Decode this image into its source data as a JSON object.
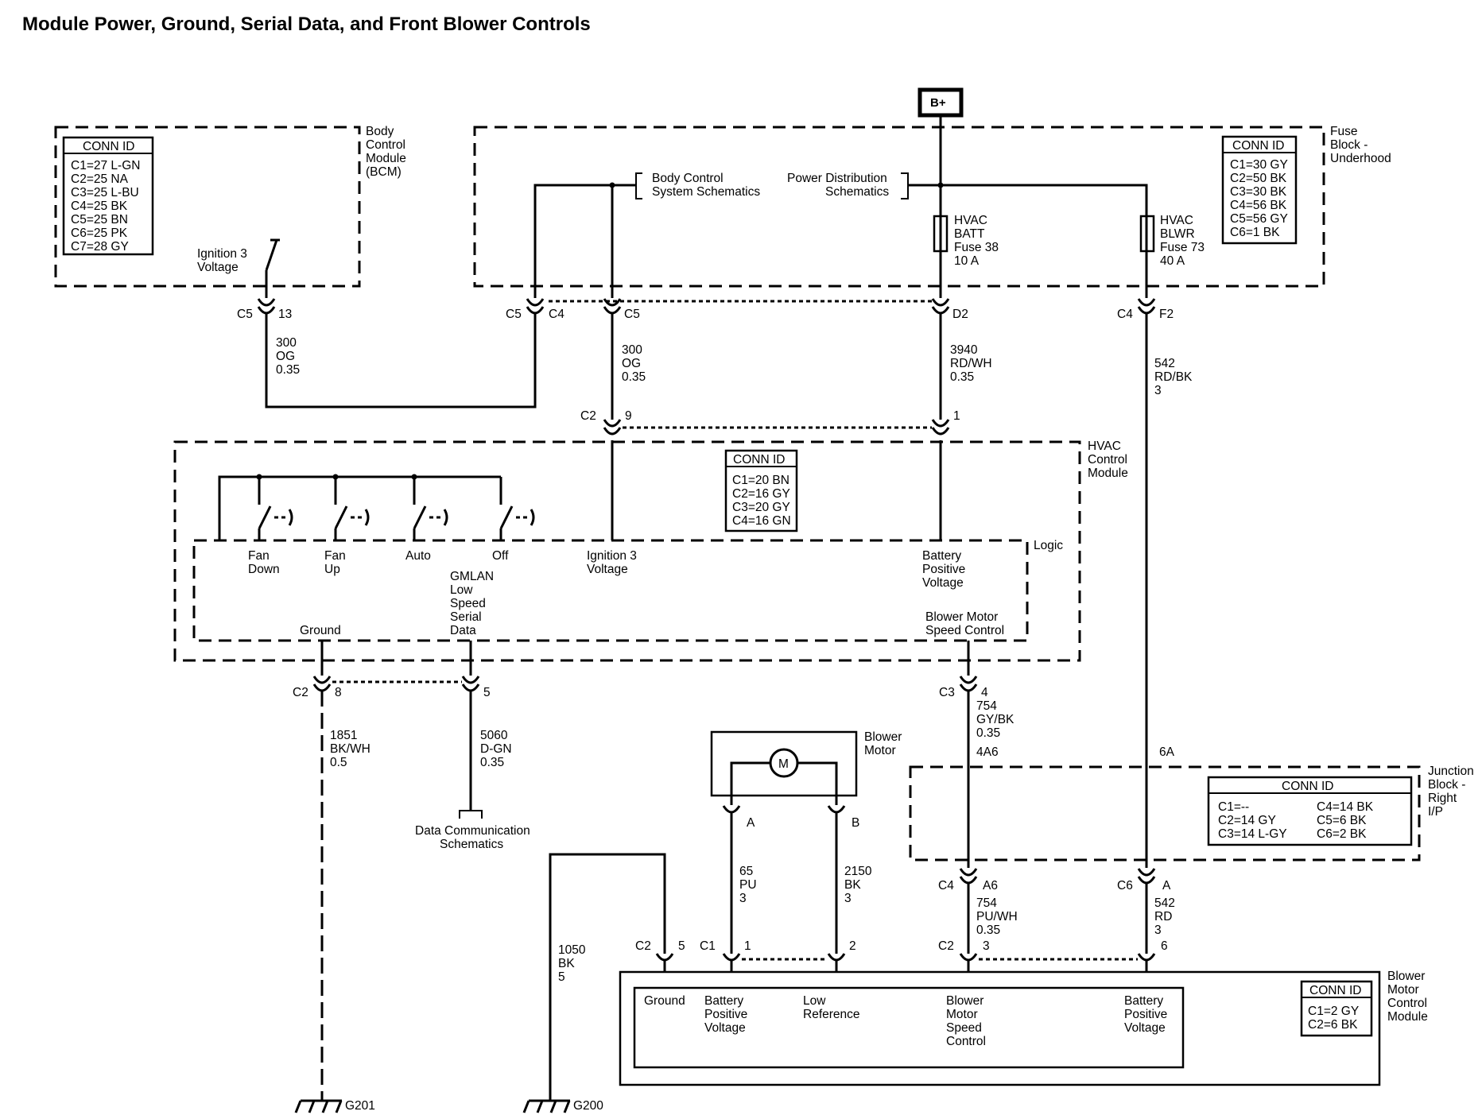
{
  "title": "Module Power, Ground, Serial Data, and Front Blower Controls",
  "source": "B+",
  "bcm": {
    "name": [
      "Body",
      "Control",
      "Module",
      "(BCM)"
    ],
    "conn_id_header": "CONN ID",
    "conn_ids": [
      "C1=27 L-GN",
      "C2=25 NA",
      "C3=25 L-BU",
      "C4=25 BK",
      "C5=25 BN",
      "C6=25 PK",
      "C7=28 GY"
    ],
    "ignition_label": [
      "Ignition 3",
      "Voltage"
    ]
  },
  "fuse_block": {
    "name": [
      "Fuse",
      "Block -",
      "Underhood"
    ],
    "conn_id_header": "CONN ID",
    "conn_ids": [
      "C1=30 GY",
      "C2=50 BK",
      "C3=30 BK",
      "C4=56 BK",
      "C5=56 GY",
      "C6=1 BK"
    ],
    "ref_bcm": [
      "Body Control",
      "System Schematics"
    ],
    "ref_power": [
      "Power Distribution",
      "Schematics"
    ],
    "fuse_38": [
      "HVAC",
      "BATT",
      "Fuse 38",
      "10 A"
    ],
    "fuse_73": [
      "HVAC",
      "BLWR",
      "Fuse 73",
      "40 A"
    ]
  },
  "connectors": {
    "bcm_c5": "C5",
    "bcm_13": "13",
    "fb_c5a": "C5",
    "fb_c4a": "C4",
    "fb_c5b": "C5",
    "fb_d2": "D2",
    "fb_c4b": "C4",
    "fb_f2": "F2",
    "hvac_c2": "C2",
    "hvac_9": "9",
    "hvac_1": "1",
    "hvac_bot_c2": "C2",
    "hvac_8": "8",
    "hvac_5": "5",
    "hvac_c3": "C3",
    "hvac_4": "4",
    "jb_4a6": "4A6",
    "jb_6a": "6A",
    "jb_c4": "C4",
    "jb_a6": "A6",
    "jb_c6": "C6",
    "jb_a": "A",
    "bm_a": "A",
    "bm_b": "B",
    "bmcm_c2a": "C2",
    "bmcm_5": "5",
    "bmcm_c1": "C1",
    "bmcm_1": "1",
    "bmcm_2": "2",
    "bmcm_c2b": "C2",
    "bmcm_3": "3",
    "bmcm_6": "6"
  },
  "wires": {
    "w300a": [
      "300",
      "OG",
      "0.35"
    ],
    "w300b": [
      "300",
      "OG",
      "0.35"
    ],
    "w3940": [
      "3940",
      "RD/WH",
      "0.35"
    ],
    "w542a": [
      "542",
      "RD/BK",
      "3"
    ],
    "w1851": [
      "1851",
      "BK/WH",
      "0.5"
    ],
    "w5060": [
      "5060",
      "D-GN",
      "0.35"
    ],
    "w754a": [
      "754",
      "GY/BK",
      "0.35"
    ],
    "w65": [
      "65",
      "PU",
      "3"
    ],
    "w2150": [
      "2150",
      "BK",
      "3"
    ],
    "w754b": [
      "754",
      "PU/WH",
      "0.35"
    ],
    "w542b": [
      "542",
      "RD",
      "3"
    ],
    "w1050": [
      "1050",
      "BK",
      "5"
    ]
  },
  "hvac": {
    "name": [
      "HVAC",
      "Control",
      "Module"
    ],
    "conn_id_header": "CONN ID",
    "conn_ids": [
      "C1=20 BN",
      "C2=16 GY",
      "C3=20 GY",
      "C4=16 GN"
    ],
    "logic": "Logic",
    "fan_down": [
      "Fan",
      "Down"
    ],
    "fan_up": [
      "Fan",
      "Up"
    ],
    "auto": "Auto",
    "off": "Off",
    "ignition": [
      "Ignition 3",
      "Voltage"
    ],
    "battery": [
      "Battery",
      "Positive",
      "Voltage"
    ],
    "gmlan": [
      "GMLAN",
      "Low",
      "Speed",
      "Serial",
      "Data"
    ],
    "blower_speed": [
      "Blower Motor",
      "Speed Control"
    ],
    "ground": "Ground"
  },
  "data_comm": [
    "Data Communication",
    "Schematics"
  ],
  "blower_motor": {
    "name": [
      "Blower",
      "Motor"
    ],
    "symbol": "M"
  },
  "junction": {
    "name": [
      "Junction",
      "Block -",
      "Right",
      "I/P"
    ],
    "conn_id_header": "CONN ID",
    "conn_ids_left": [
      "C1=--",
      "C2=14 GY",
      "C3=14 L-GY"
    ],
    "conn_ids_right": [
      "C4=14 BK",
      "C5=6 BK",
      "C6=2 BK"
    ]
  },
  "bmcm": {
    "name": [
      "Blower",
      "Motor",
      "Control",
      "Module"
    ],
    "conn_id_header": "CONN ID",
    "conn_ids": [
      "C1=2 GY",
      "C2=6 BK"
    ],
    "ground": "Ground",
    "battery1": [
      "Battery",
      "Positive",
      "Voltage"
    ],
    "low_ref": [
      "Low",
      "Reference"
    ],
    "speed": [
      "Blower",
      "Motor",
      "Speed",
      "Control"
    ],
    "battery2": [
      "Battery",
      "Positive",
      "Voltage"
    ]
  },
  "grounds": {
    "g201": "G201",
    "g200": "G200"
  }
}
